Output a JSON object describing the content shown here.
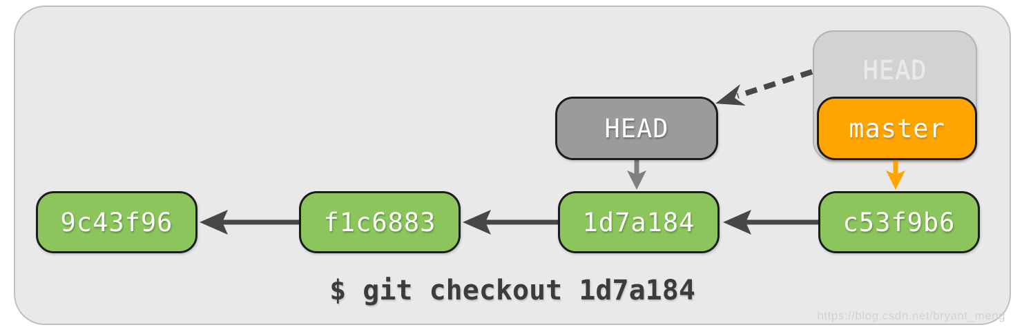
{
  "diagram": {
    "title_hint": "git checkout diagram",
    "ghost_head": {
      "label": "HEAD"
    },
    "head": {
      "label": "HEAD"
    },
    "master": {
      "label": "master"
    },
    "commits": [
      {
        "id": "9c43f96"
      },
      {
        "id": "f1c6883"
      },
      {
        "id": "1d7a184"
      },
      {
        "id": "c53f9b6"
      }
    ],
    "command": "$ git checkout 1d7a184",
    "watermark": "https://blog.csdn.net/bryant_meng",
    "colors": {
      "commit_green": "#8cc55c",
      "node_border": "#1c1c1c",
      "head_gray": "#9b9b9b",
      "ghost_gray": "#d2d2d2",
      "master_orange": "#ffa502",
      "commit_arrow_dark": "#474747",
      "head_arrow_gray": "#7f7f7f",
      "frame_background": "#e9e9e9",
      "frame_border": "#bfbfbf",
      "command_text": "#3c3c3c"
    }
  }
}
